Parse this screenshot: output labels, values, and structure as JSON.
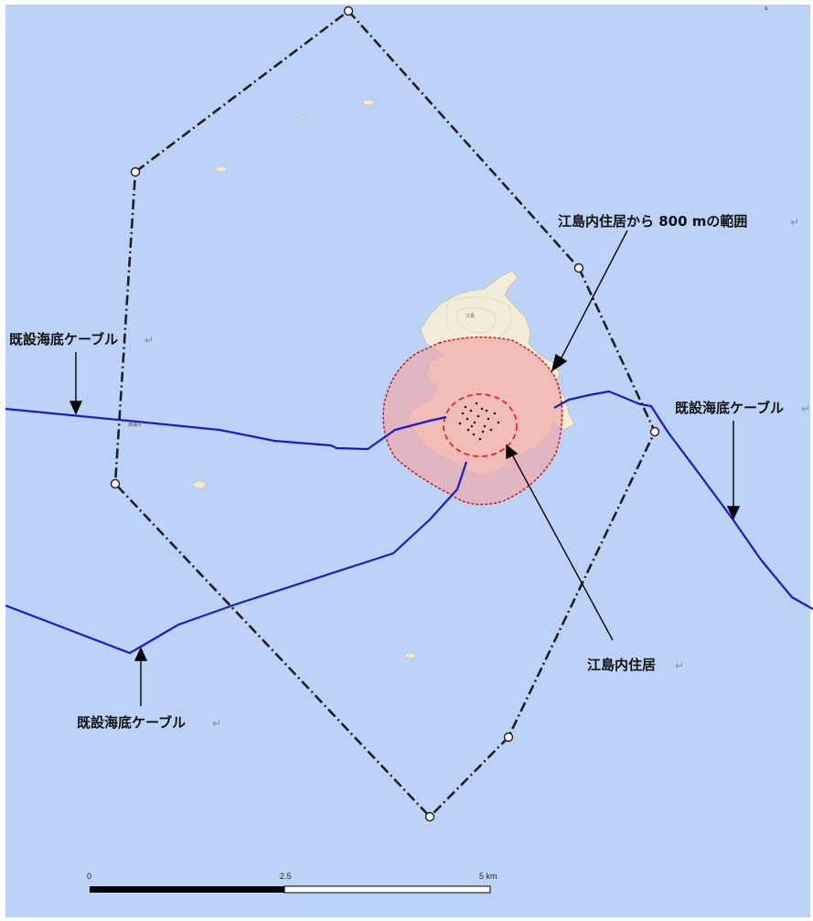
{
  "map": {
    "background_color": "#bcd3f7",
    "north_marker": "s",
    "island_name": "江島",
    "place_label": "西海市"
  },
  "colors": {
    "cable": "#1a1ad6",
    "boundary": "#1f1f1f",
    "zone_800m_fill": "#f3a7a7",
    "zone_800m_outline": "#d01818",
    "residence_zone_outline": "#e01818"
  },
  "annotations": {
    "range_800m": "江島内住居から 800 mの範囲",
    "cable_left": "既設海底ケーブル",
    "cable_right": "既設海底ケーブル",
    "cable_bottom": "既設海底ケーブル",
    "residences": "江島内住居",
    "return_mark": "↵"
  },
  "scale_bar": {
    "labels": [
      "0",
      "2.5",
      "5 km"
    ],
    "segments": 2
  }
}
